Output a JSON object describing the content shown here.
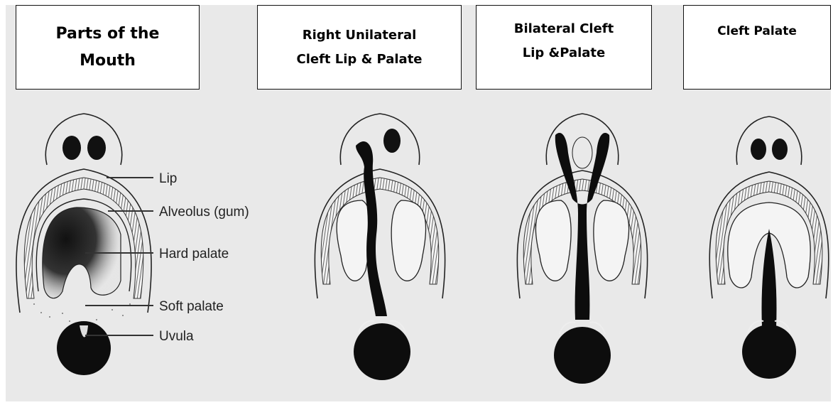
{
  "titles": {
    "parts": [
      "Parts of the",
      "Mouth"
    ],
    "unilateral": [
      "Right Unilateral",
      "Cleft Lip & Palate"
    ],
    "bilateral": [
      "Bilateral Cleft",
      "Lip &Palate"
    ],
    "cleft_palate": [
      "Cleft Palate"
    ]
  },
  "labels": {
    "lip": "Lip",
    "alveolus": "Alveolus (gum)",
    "hard_palate": "Hard palate",
    "soft_palate": "Soft palate",
    "uvula": "Uvula"
  },
  "colors": {
    "panel": "#e9e9e9",
    "ink": "#111111",
    "box": "#ffffff"
  }
}
